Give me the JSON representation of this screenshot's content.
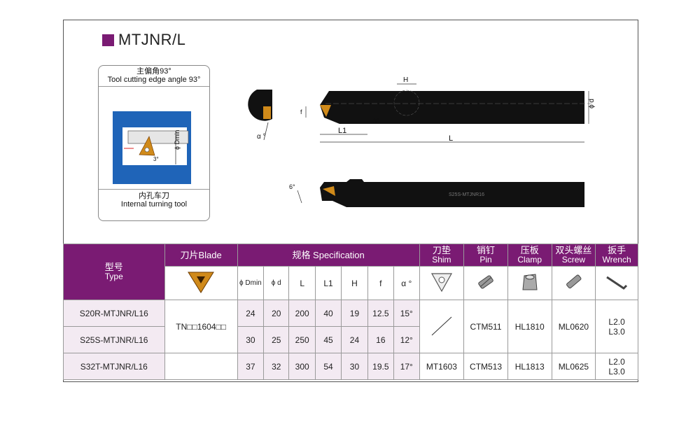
{
  "title": "MTJNR/L",
  "colors": {
    "accent": "#7a1b73",
    "header_text": "#ffffff",
    "row_bg": "#f3eaf2",
    "blade": "#d08a1a",
    "tool_body": "#111111"
  },
  "angle_card": {
    "top_cn": "主偏角93°",
    "top_en": "Tool cutting edge angle 93°",
    "bottom_cn": "内孔车刀",
    "bottom_en": "Internal turning tool",
    "label_dmin": "ϕ Dmin",
    "label_angle": "3°"
  },
  "drawing_labels": {
    "H": "H",
    "phi_d": "ϕ d",
    "f": "f",
    "alpha": "α °",
    "three": "3°",
    "L1": "L1",
    "L": "L",
    "six": "6°",
    "body_text": "S25S-MTJNR16"
  },
  "table": {
    "headers": {
      "type_cn": "型号",
      "type_en": "Type",
      "blade": "刀片Blade",
      "spec": "规格 Specification",
      "shim_cn": "刀垫",
      "shim_en": "Shim",
      "pin_cn": "销钉",
      "pin_en": "Pin",
      "clamp_cn": "压板",
      "clamp_en": "Clamp",
      "screw_cn": "双头螺丝",
      "screw_en": "Screw",
      "wrench_cn": "扳手",
      "wrench_en": "Wrench"
    },
    "spec_columns": [
      "ϕ Dmin",
      "ϕ d",
      "L",
      "L1",
      "H",
      "f",
      "α °"
    ],
    "blade_code": "TN□□1604□□",
    "rows": [
      {
        "type": "S20R-MTJNR/L16",
        "values": [
          "24",
          "20",
          "200",
          "40",
          "19",
          "12.5",
          "15°"
        ]
      },
      {
        "type": "S25S-MTJNR/L16",
        "values": [
          "30",
          "25",
          "250",
          "45",
          "24",
          "16",
          "12°"
        ]
      },
      {
        "type": "S32T-MTJNR/L16",
        "values": [
          "37",
          "32",
          "300",
          "54",
          "30",
          "19.5",
          "17°"
        ]
      }
    ],
    "group1": {
      "pin": "CTM511",
      "clamp": "HL1810",
      "screw": "ML0620",
      "wrench_a": "L2.0",
      "wrench_b": "L3.0"
    },
    "group2": {
      "shim": "MT1603",
      "pin": "CTM513",
      "clamp": "HL1813",
      "screw": "ML0625",
      "wrench_a": "L2.0",
      "wrench_b": "L3.0"
    }
  }
}
